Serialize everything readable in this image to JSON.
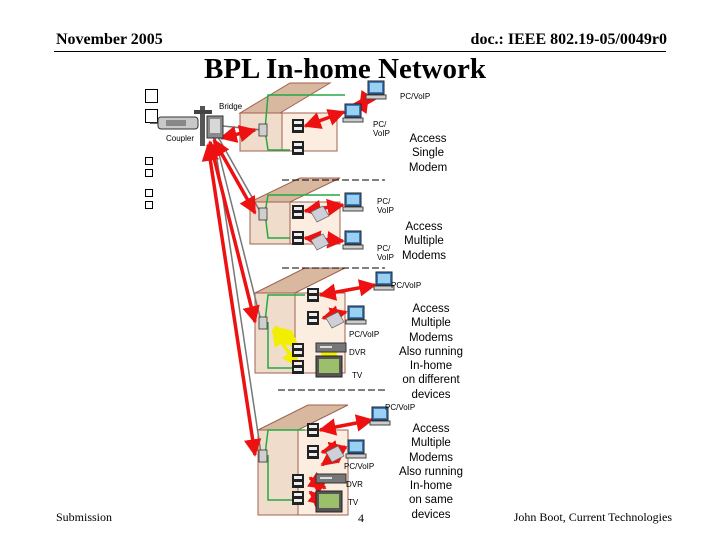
{
  "header": {
    "date": "November 2005",
    "doc": "doc.: IEEE 802.19-05/0049r0",
    "title": "BPL In-home Network"
  },
  "footer": {
    "submission": "Submission",
    "page": "4",
    "author": "John  Boot, Current Technologies"
  },
  "labels": {
    "bridge": "Bridge",
    "coupler": "Coupler",
    "pcvoip_top": "PC/VoIP",
    "pc_voip_1": "PC/\nVoIP",
    "pc_voip_2": "PC/\nVoIP",
    "pc_voip_3": "PC/\nVoIP",
    "pcvoip_g3_top": "PC/VoIP",
    "pcvoip_g3": "PC/VoIP",
    "dvr_g3": "DVR",
    "tv_g3": "TV",
    "pcvoip_g4_top": "PC/VoIP",
    "pcvoip_g4": "PC/VoIP",
    "dvr_g4": "DVR",
    "tv_g4": "TV"
  },
  "side_text": {
    "group1": "Access\nSingle\nModem",
    "group2": "Access\nMultiple\nModems",
    "group3": "Access\nMultiple\nModems\nAlso running\nIn-home\non different\ndevices",
    "group4": "Access\nMultiple\nModems\nAlso running\nIn-home\non same\ndevices"
  },
  "colors": {
    "link_red": "#ee1111",
    "link_yellow": "#f2ee00",
    "wire_green": "#22aa44",
    "wire_gray": "#777777",
    "modem_dark": "#222222"
  }
}
